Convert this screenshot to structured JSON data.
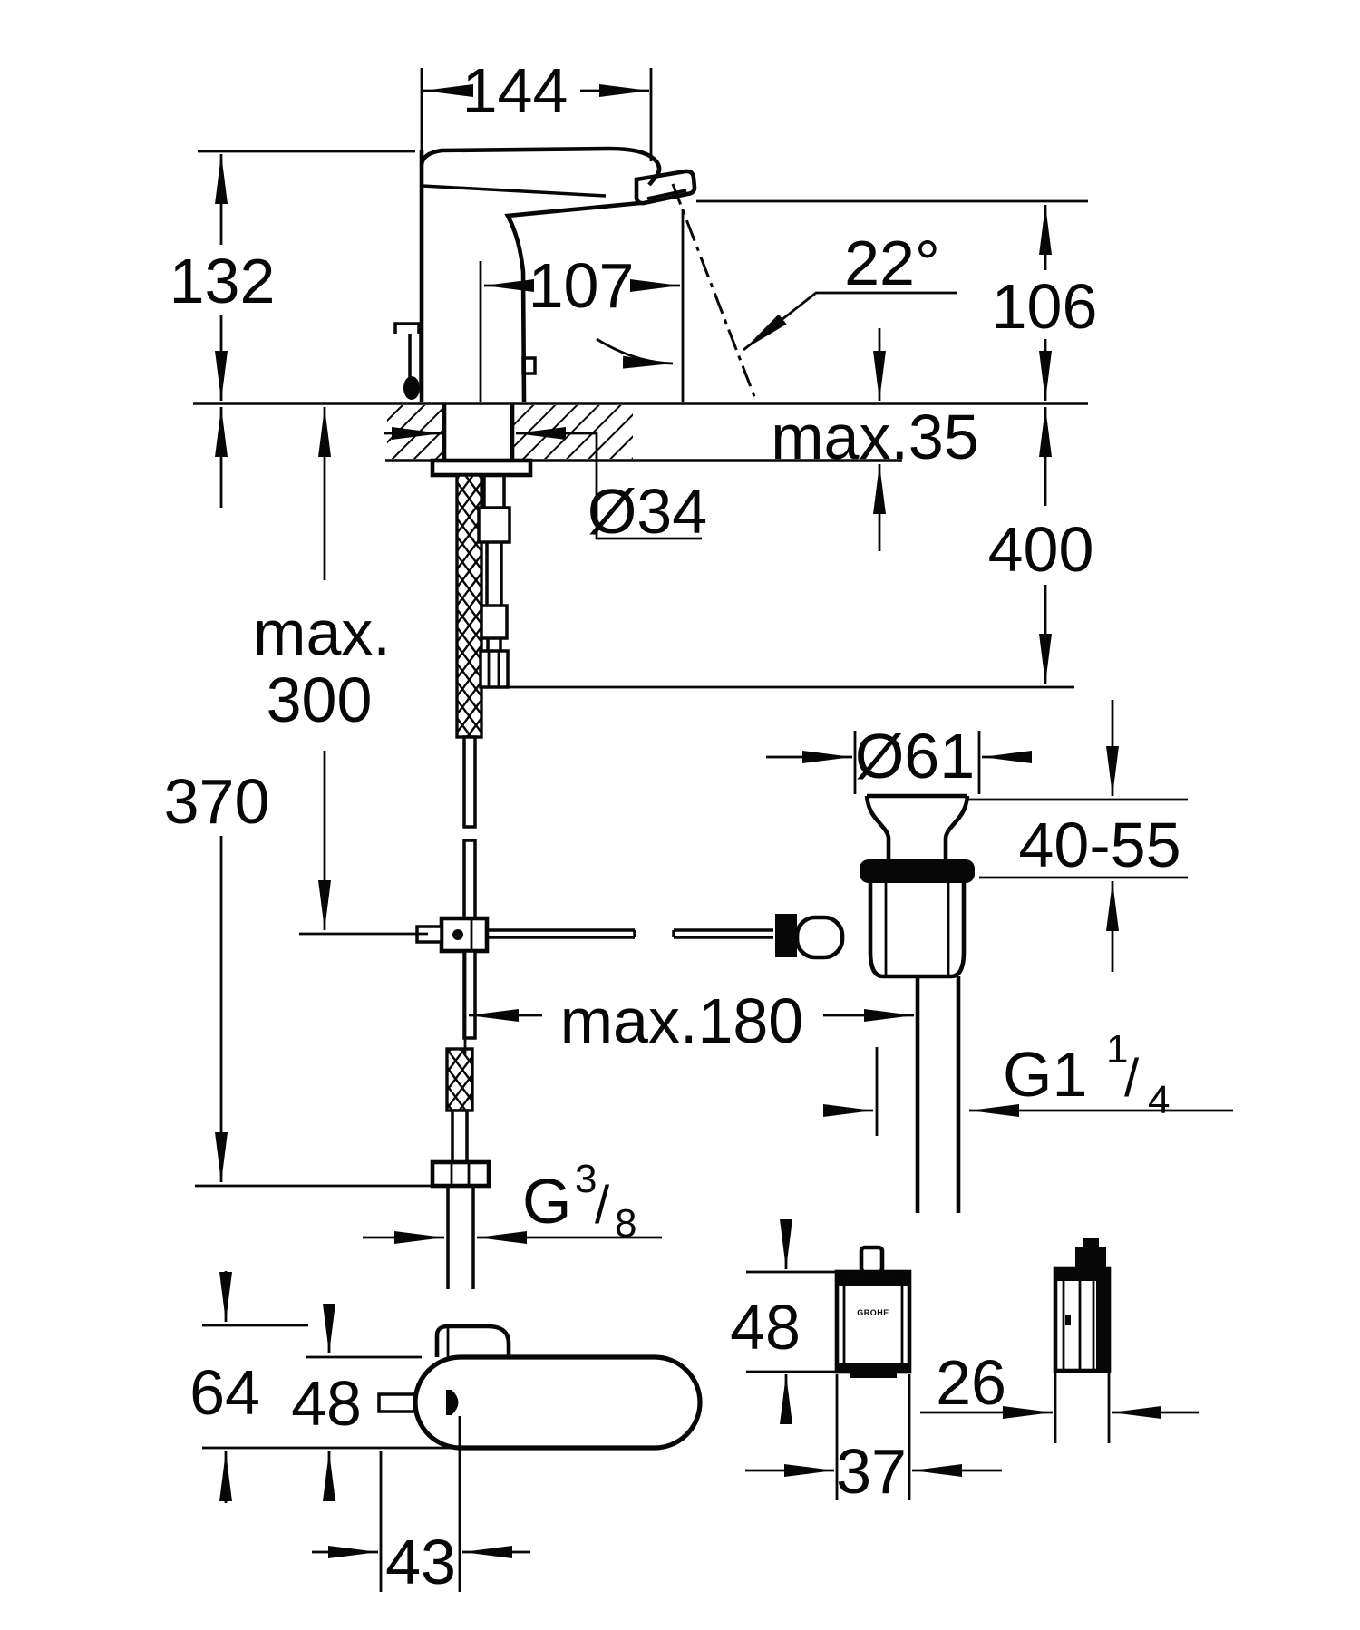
{
  "drawing": {
    "dim_spout_width": "144",
    "dim_body_height": "132",
    "dim_spout_reach": "107",
    "dim_spray_angle": "22°",
    "dim_outlet_height": "106",
    "dim_deck_thickness": "max.35",
    "dim_hole_diameter": "Ø34",
    "dim_hose_length": "400",
    "dim_rod_max_line1": "max.",
    "dim_rod_max_line2": "300",
    "dim_total_depth": "370",
    "dim_drain_diameter": "Ø61",
    "dim_drain_clamp_range": "40-55",
    "dim_rod_reach": "max.180",
    "thread_drain": {
      "main": "G1",
      "sup": "1",
      "slash": "/",
      "sub": "4"
    },
    "thread_supply": {
      "main": "G",
      "sup": "3",
      "slash": "/",
      "sub": "8"
    },
    "top_view": {
      "dim_overall": "64",
      "dim_body": "48",
      "dim_sensor_offset": "43"
    },
    "control_box": {
      "dim_height": "48",
      "dim_width": "37",
      "dim_depth": "26",
      "logo": "GROHE"
    }
  }
}
